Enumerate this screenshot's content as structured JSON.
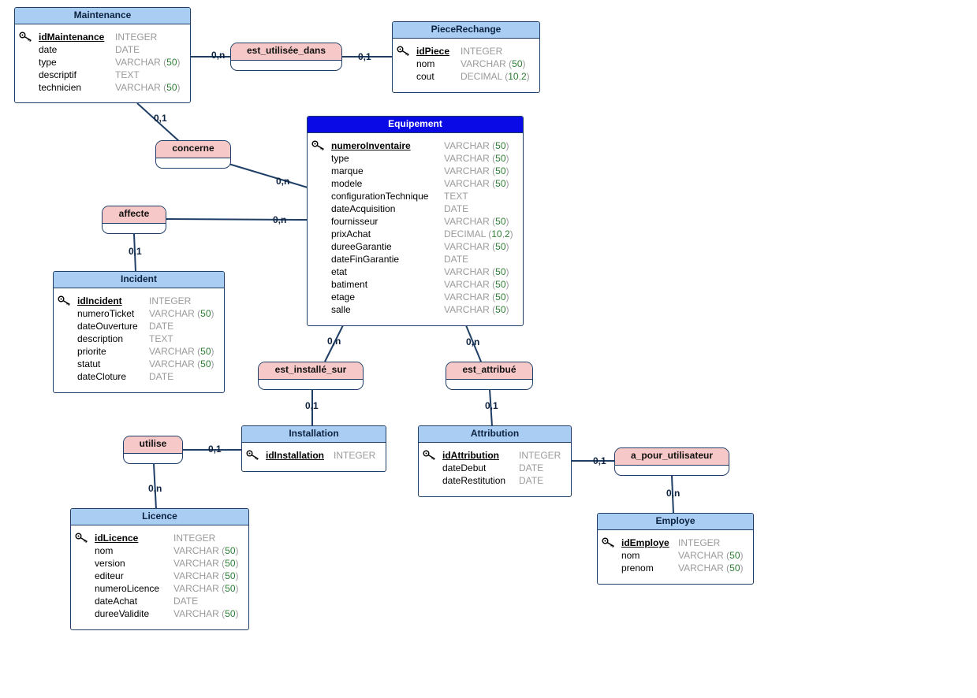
{
  "entities": {
    "maintenance": {
      "name": "Maintenance",
      "pk": {
        "name": "idMaintenance",
        "type": "INTEGER"
      },
      "attrs": [
        {
          "name": "date",
          "type": "DATE"
        },
        {
          "name": "type",
          "type": "VARCHAR",
          "size": "50"
        },
        {
          "name": "descriptif",
          "type": "TEXT"
        },
        {
          "name": "technicien",
          "type": "VARCHAR",
          "size": "50"
        }
      ]
    },
    "piece": {
      "name": "PieceRechange",
      "pk": {
        "name": "idPiece",
        "type": "INTEGER"
      },
      "attrs": [
        {
          "name": "nom",
          "type": "VARCHAR",
          "size": "50"
        },
        {
          "name": "cout",
          "type": "DECIMAL",
          "size": "10",
          "size2": "2"
        }
      ]
    },
    "equipement": {
      "name": "Equipement",
      "pk": {
        "name": "numeroInventaire",
        "type": "VARCHAR",
        "size": "50"
      },
      "attrs": [
        {
          "name": "type",
          "type": "VARCHAR",
          "size": "50"
        },
        {
          "name": "marque",
          "type": "VARCHAR",
          "size": "50"
        },
        {
          "name": "modele",
          "type": "VARCHAR",
          "size": "50"
        },
        {
          "name": "configurationTechnique",
          "type": "TEXT"
        },
        {
          "name": "dateAcquisition",
          "type": "DATE"
        },
        {
          "name": "fournisseur",
          "type": "VARCHAR",
          "size": "50"
        },
        {
          "name": "prixAchat",
          "type": "DECIMAL",
          "size": "10",
          "size2": "2"
        },
        {
          "name": "dureeGarantie",
          "type": "VARCHAR",
          "size": "50"
        },
        {
          "name": "dateFinGarantie",
          "type": "DATE"
        },
        {
          "name": "etat",
          "type": "VARCHAR",
          "size": "50"
        },
        {
          "name": "batiment",
          "type": "VARCHAR",
          "size": "50"
        },
        {
          "name": "etage",
          "type": "VARCHAR",
          "size": "50"
        },
        {
          "name": "salle",
          "type": "VARCHAR",
          "size": "50"
        }
      ]
    },
    "incident": {
      "name": "Incident",
      "pk": {
        "name": "idIncident",
        "type": "INTEGER"
      },
      "attrs": [
        {
          "name": "numeroTicket",
          "type": "VARCHAR",
          "size": "50"
        },
        {
          "name": "dateOuverture",
          "type": "DATE"
        },
        {
          "name": "description",
          "type": "TEXT"
        },
        {
          "name": "priorite",
          "type": "VARCHAR",
          "size": "50"
        },
        {
          "name": "statut",
          "type": "VARCHAR",
          "size": "50"
        },
        {
          "name": "dateCloture",
          "type": "DATE"
        }
      ]
    },
    "installation": {
      "name": "Installation",
      "pk": {
        "name": "idInstallation",
        "type": "INTEGER"
      },
      "attrs": []
    },
    "attribution": {
      "name": "Attribution",
      "pk": {
        "name": "idAttribution",
        "type": "INTEGER"
      },
      "attrs": [
        {
          "name": "dateDebut",
          "type": "DATE"
        },
        {
          "name": "dateRestitution",
          "type": "DATE"
        }
      ]
    },
    "licence": {
      "name": "Licence",
      "pk": {
        "name": "idLicence",
        "type": "INTEGER"
      },
      "attrs": [
        {
          "name": "nom",
          "type": "VARCHAR",
          "size": "50"
        },
        {
          "name": "version",
          "type": "VARCHAR",
          "size": "50"
        },
        {
          "name": "editeur",
          "type": "VARCHAR",
          "size": "50"
        },
        {
          "name": "numeroLicence",
          "type": "VARCHAR",
          "size": "50"
        },
        {
          "name": "dateAchat",
          "type": "DATE"
        },
        {
          "name": "dureeValidite",
          "type": "VARCHAR",
          "size": "50"
        }
      ]
    },
    "employe": {
      "name": "Employe",
      "pk": {
        "name": "idEmploye",
        "type": "INTEGER"
      },
      "attrs": [
        {
          "name": "nom",
          "type": "VARCHAR",
          "size": "50"
        },
        {
          "name": "prenom",
          "type": "VARCHAR",
          "size": "50"
        }
      ]
    }
  },
  "associations": {
    "est_utilisee_dans": "est_utilisée_dans",
    "concerne": "concerne",
    "affecte": "affecte",
    "est_installe_sur": "est_installé_sur",
    "est_attribue": "est_attribué",
    "utilise": "utilise",
    "a_pour_utilisateur": "a_pour_utilisateur"
  },
  "cardinalities": {
    "maint_utilisee": "0,n",
    "utilisee_piece": "0,1",
    "maint_concerne": "0,1",
    "concerne_equip": "0,n",
    "affecte_equip": "0,n",
    "affecte_incident": "0,1",
    "equip_installe": "0,n",
    "installe_installation": "0,1",
    "equip_attribue": "0,n",
    "attribue_attribution": "0,1",
    "utilise_installation": "0,1",
    "utilise_licence": "0,n",
    "attribution_apour": "0,1",
    "apour_employe": "0,n"
  },
  "colors": {
    "entity_header": "#a9cdf3",
    "entity_header_selected": "#0a0ae6",
    "association_header": "#f7c8c8",
    "line": "#1f3f66",
    "type_text": "#9a9a9a",
    "type_number": "#2e7d32"
  },
  "icons": {
    "primary_key": "key-icon"
  }
}
